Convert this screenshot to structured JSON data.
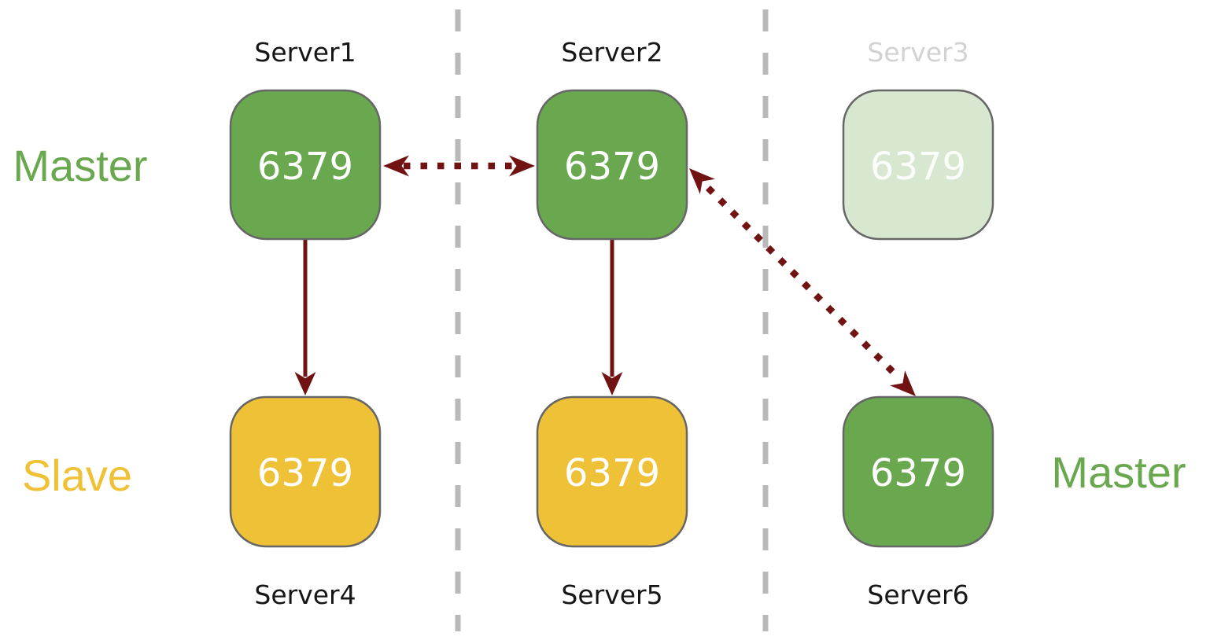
{
  "nodes": {
    "server1": {
      "name": "Server1",
      "port": "6379",
      "role": "master",
      "status": "active"
    },
    "server2": {
      "name": "Server2",
      "port": "6379",
      "role": "master",
      "status": "active"
    },
    "server3": {
      "name": "Server3",
      "port": "6379",
      "role": "master",
      "status": "inactive"
    },
    "server4": {
      "name": "Server4",
      "port": "6379",
      "role": "slave",
      "status": "active"
    },
    "server5": {
      "name": "Server5",
      "port": "6379",
      "role": "slave",
      "status": "active"
    },
    "server6": {
      "name": "Server6",
      "port": "6379",
      "role": "master",
      "status": "active"
    }
  },
  "row_labels": {
    "master_left": "Master",
    "slave_left": "Slave",
    "master_right": "Master"
  },
  "colors": {
    "master_green": "#6aa84f",
    "inactive_green": "#d8e8d0",
    "slave_yellow": "#efc137",
    "arrow_maroon": "#721313",
    "divider_gray": "#b9b9b9",
    "inactive_label_gray": "#d2d2d2",
    "node_border_gray": "#666666",
    "port_text_white": "#ffffff"
  }
}
